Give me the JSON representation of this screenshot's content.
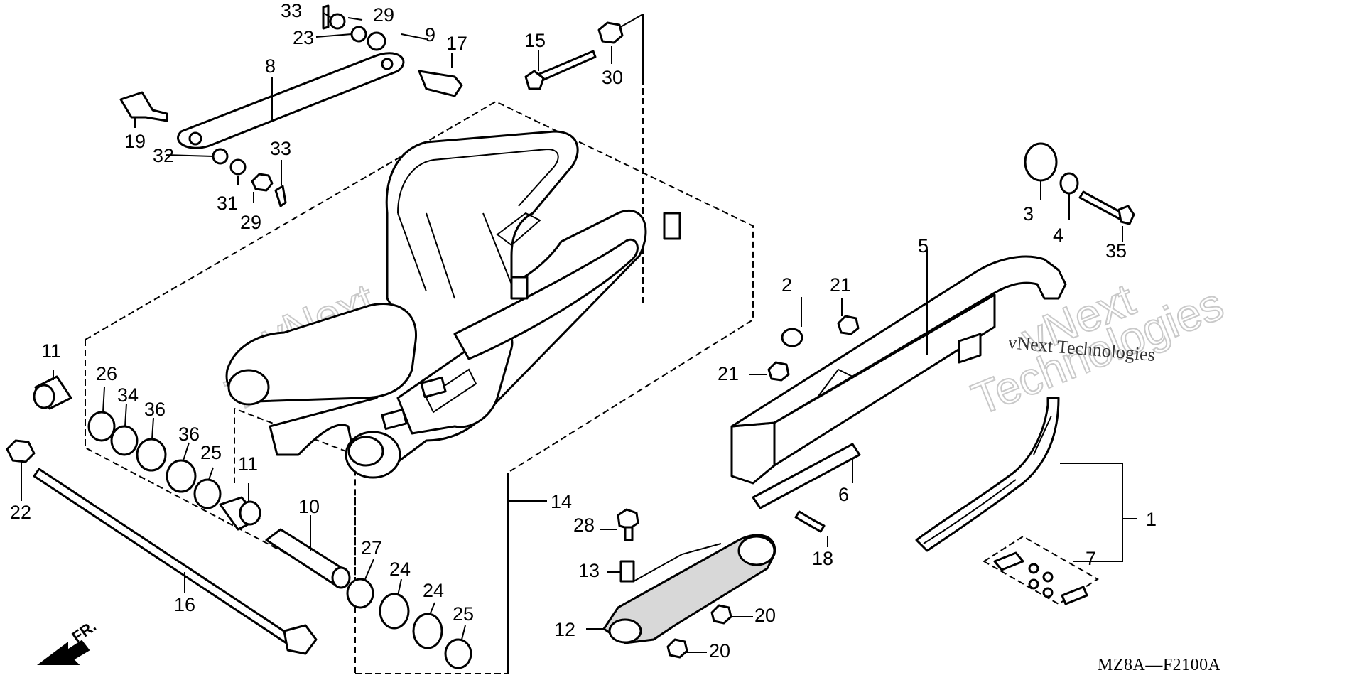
{
  "diagram": {
    "code": "MZ8A—F2100A",
    "front_label": "FR.",
    "watermarks": {
      "large_1": "vNext",
      "large_2": "Technologies",
      "small": "vNext Technologies"
    },
    "callouts": [
      {
        "id": "c1",
        "label": "1"
      },
      {
        "id": "c2",
        "label": "2"
      },
      {
        "id": "c3",
        "label": "3"
      },
      {
        "id": "c4",
        "label": "4"
      },
      {
        "id": "c5",
        "label": "5"
      },
      {
        "id": "c6",
        "label": "6"
      },
      {
        "id": "c7",
        "label": "7"
      },
      {
        "id": "c8",
        "label": "8"
      },
      {
        "id": "c9",
        "label": "9"
      },
      {
        "id": "c10",
        "label": "10"
      },
      {
        "id": "c11a",
        "label": "11"
      },
      {
        "id": "c11b",
        "label": "11"
      },
      {
        "id": "c12",
        "label": "12"
      },
      {
        "id": "c13",
        "label": "13"
      },
      {
        "id": "c14",
        "label": "14"
      },
      {
        "id": "c15",
        "label": "15"
      },
      {
        "id": "c16",
        "label": "16"
      },
      {
        "id": "c17",
        "label": "17"
      },
      {
        "id": "c18",
        "label": "18"
      },
      {
        "id": "c19",
        "label": "19"
      },
      {
        "id": "c20a",
        "label": "20"
      },
      {
        "id": "c20b",
        "label": "20"
      },
      {
        "id": "c21a",
        "label": "21"
      },
      {
        "id": "c21b",
        "label": "21"
      },
      {
        "id": "c22",
        "label": "22"
      },
      {
        "id": "c23",
        "label": "23"
      },
      {
        "id": "c24a",
        "label": "24"
      },
      {
        "id": "c24b",
        "label": "24"
      },
      {
        "id": "c25a",
        "label": "25"
      },
      {
        "id": "c25b",
        "label": "25"
      },
      {
        "id": "c26",
        "label": "26"
      },
      {
        "id": "c27",
        "label": "27"
      },
      {
        "id": "c28",
        "label": "28"
      },
      {
        "id": "c29a",
        "label": "29"
      },
      {
        "id": "c29b",
        "label": "29"
      },
      {
        "id": "c30",
        "label": "30"
      },
      {
        "id": "c31",
        "label": "31"
      },
      {
        "id": "c32",
        "label": "32"
      },
      {
        "id": "c33a",
        "label": "33"
      },
      {
        "id": "c33b",
        "label": "33"
      },
      {
        "id": "c34",
        "label": "34"
      },
      {
        "id": "c35",
        "label": "35"
      },
      {
        "id": "c36a",
        "label": "36"
      },
      {
        "id": "c36b",
        "label": "36"
      }
    ]
  }
}
